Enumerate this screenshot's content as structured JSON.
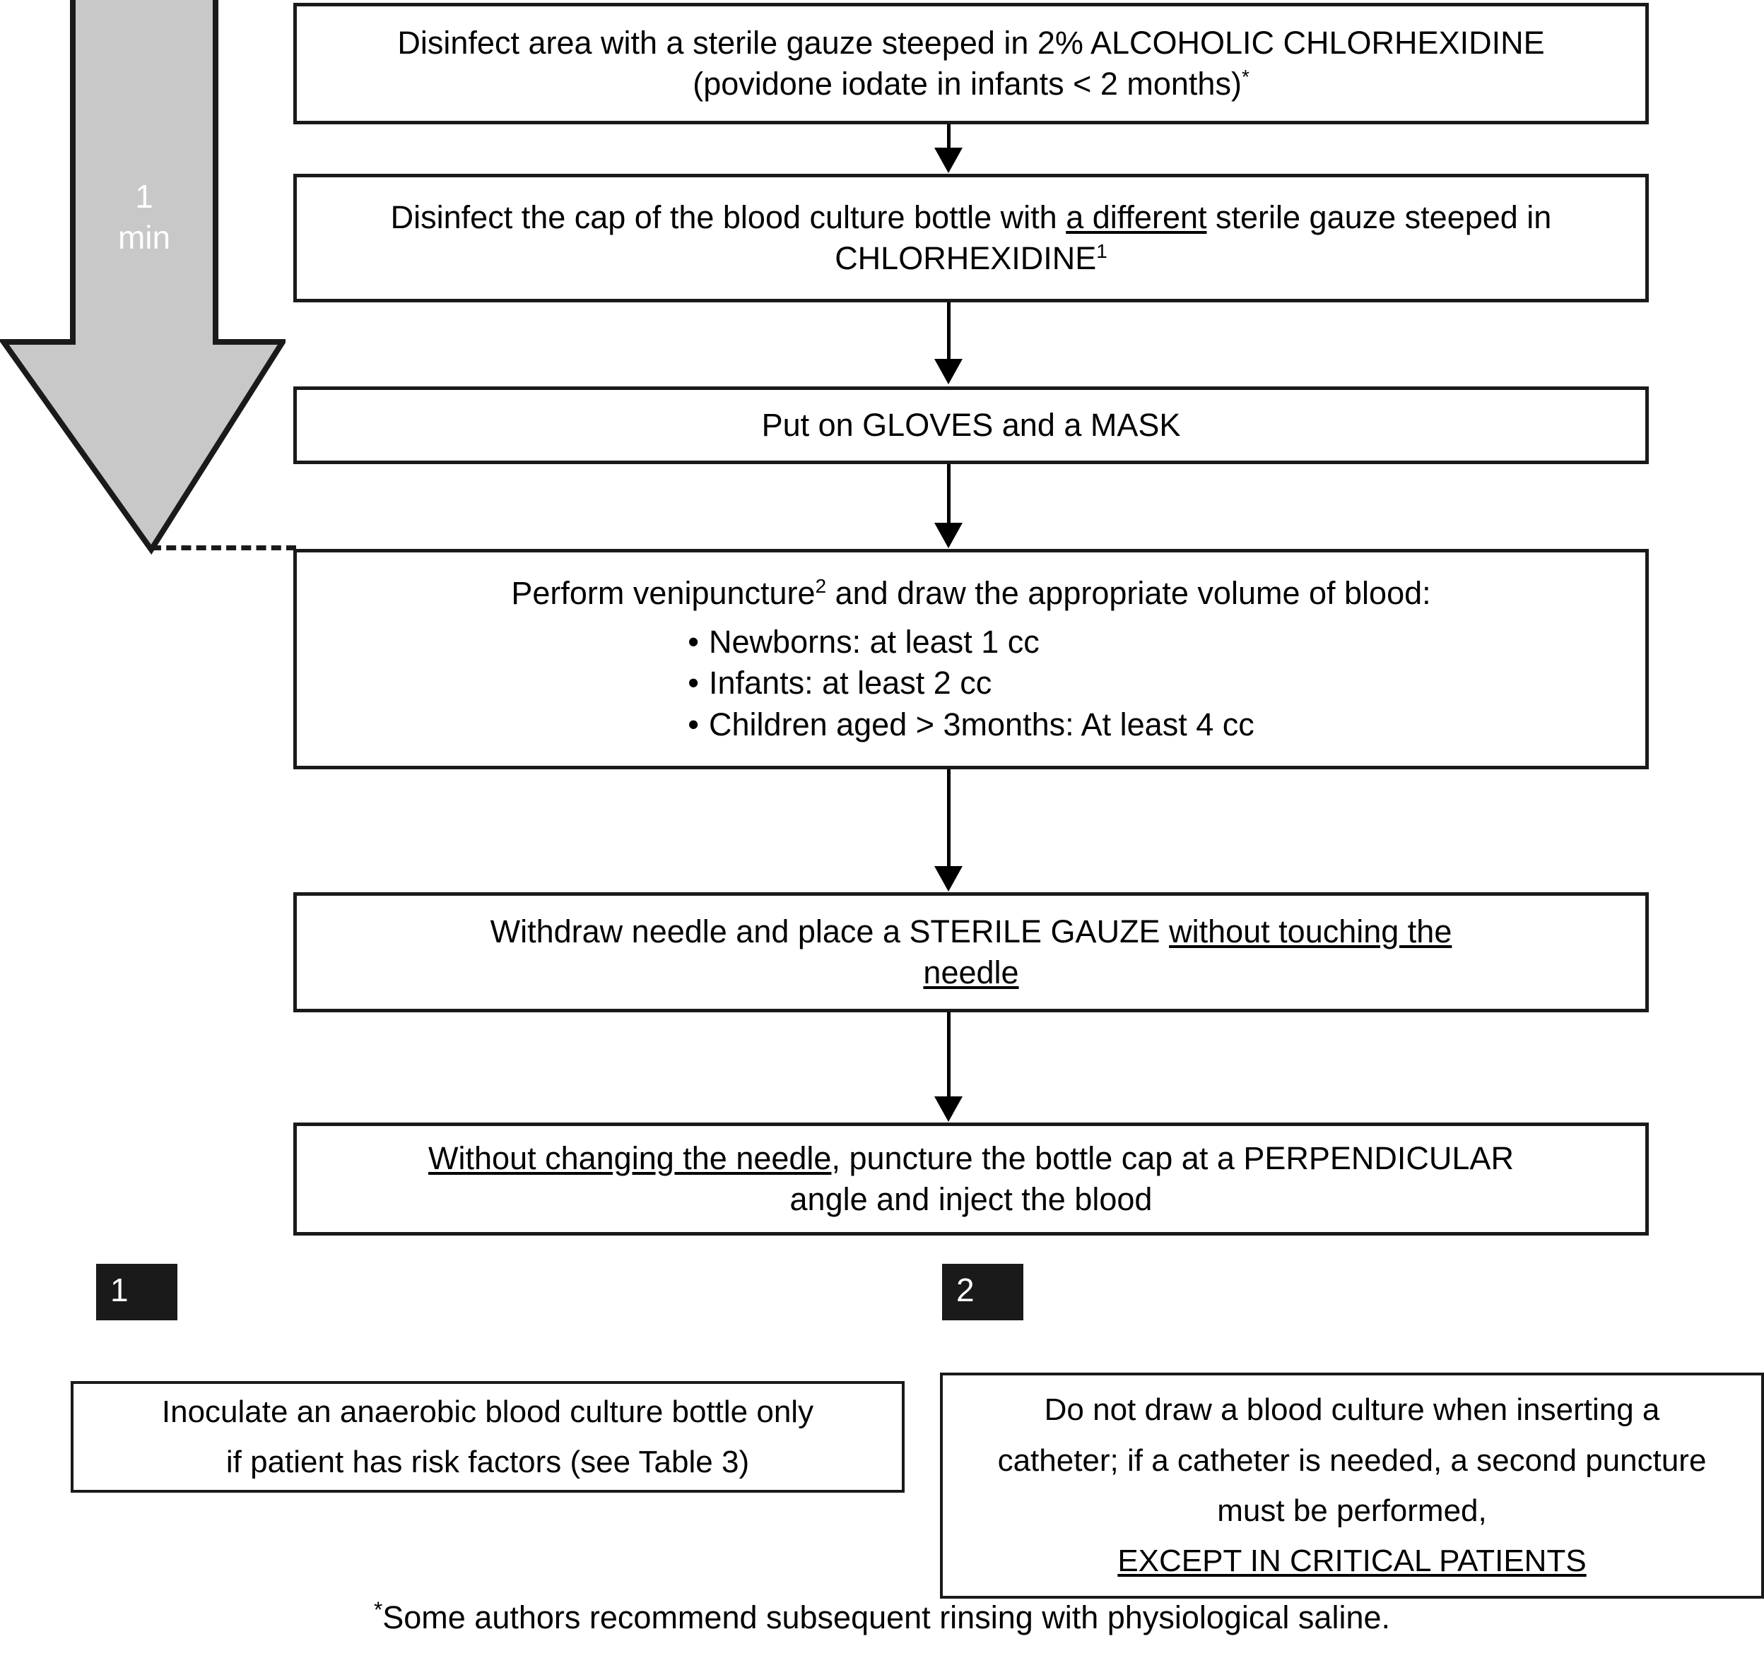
{
  "diagram": {
    "title": "Blood culture collection procedure flowchart",
    "timing_arrow": {
      "line1": "1",
      "line2": "min",
      "fill_color": "#c8c8c8",
      "stroke_color": "#1a1a1a"
    },
    "steps": [
      {
        "id": "step-disinfect-area",
        "line1_pre": "Disinfect area with a sterile gauze steeped in 2% ALCOHOLIC CHLORHEXIDINE",
        "line2_pre": "(povidone iodate in infants < 2 months)",
        "line2_sup": "*"
      },
      {
        "id": "step-disinfect-cap",
        "line1_pre": "Disinfect the cap of the blood culture bottle with ",
        "line1_underline": "a different",
        "line1_post": " sterile gauze steeped in",
        "line2_pre": "CHLORHEXIDINE",
        "line2_sup": "1"
      },
      {
        "id": "step-gloves-mask",
        "line1_pre": "Put on GLOVES and a MASK"
      },
      {
        "id": "step-venipuncture",
        "lead_pre": "Perform venipuncture",
        "lead_sup": "2",
        "lead_post": " and draw the appropriate volume of blood:",
        "bullets": [
          "Newborns: at least 1 cc",
          "Infants: at least 2 cc",
          "Children aged > 3months: At least 4 cc"
        ]
      },
      {
        "id": "step-withdraw-needle",
        "line1_pre": "Withdraw needle and place a STERILE GAUZE ",
        "line1_underline": "without touching the",
        "line2_underline": "needle"
      },
      {
        "id": "step-inject-blood",
        "line1_underline": "Without changing the needle",
        "line1_post": ", puncture the bottle cap at a PERPENDICULAR",
        "line2_pre": "angle and inject the blood"
      }
    ],
    "footnote_badges": [
      {
        "id": "badge-1",
        "label": "1"
      },
      {
        "id": "badge-2",
        "label": "2"
      }
    ],
    "footnote_boxes": [
      {
        "id": "note-anaerobic-bottle",
        "line1": "Inoculate an anaerobic blood culture bottle only",
        "line2": "if patient has risk factors (see Table 3)"
      },
      {
        "id": "note-catheter",
        "line1": "Do not draw a blood culture when inserting a",
        "line2": "catheter; if a catheter is needed, a second puncture",
        "line3": "must be performed,",
        "line4_underline": "EXCEPT IN CRITICAL PATIENTS"
      }
    ],
    "asterisk_footnote": {
      "marker": "*",
      "text": "Some authors recommend subsequent rinsing with physiological saline."
    }
  }
}
